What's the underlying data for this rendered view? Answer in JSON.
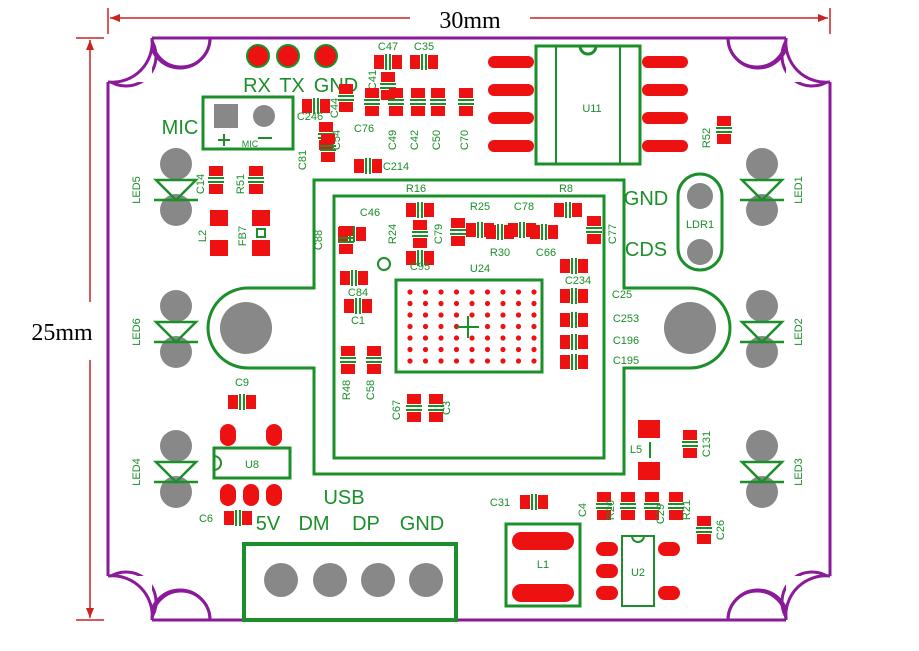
{
  "dimensions": {
    "width_label": "30mm",
    "height_label": "25mm"
  },
  "colors": {
    "outline": "#8a1a9a",
    "silk": "#1a8f2a",
    "pad": "#ee1111",
    "hole": "#888888",
    "dimension": "#cc2222"
  },
  "top_connectors": [
    "RX",
    "TX",
    "GND"
  ],
  "header_label": "USB",
  "header_pins": [
    "5V",
    "DM",
    "DP",
    "GND"
  ],
  "right_connector": [
    "GND",
    "CDS"
  ],
  "mic_label": "MIC",
  "mic_small": "MIC",
  "chips": {
    "u24": "U24",
    "u11": "U11",
    "u8": "U8",
    "u2": "U2",
    "ldr": "LDR1",
    "l1": "L1",
    "l2": "L2",
    "fb7": "FB7",
    "l5": "L5"
  },
  "leds": [
    "LED5",
    "LED6",
    "LED4",
    "LED1",
    "LED2",
    "LED3"
  ],
  "components": {
    "c47": "C47",
    "c35": "C35",
    "c41": "C41",
    "c44": "C44",
    "c246": "C246",
    "c54": "C54",
    "c76": "C76",
    "c49": "C49",
    "c42": "C42",
    "c50": "C50",
    "c70": "C70",
    "c81": "C81",
    "c214": "C214",
    "c14": "C14",
    "r51": "R51",
    "r52": "R52",
    "r16": "R16",
    "r8": "R8",
    "c46": "C46",
    "r24": "R24",
    "r25": "R25",
    "c78": "C78",
    "c79": "C79",
    "c77": "C77",
    "r30": "R30",
    "c66": "C66",
    "c88": "C88",
    "c95": "C95",
    "c84": "C84",
    "c1": "C1",
    "c234": "C234",
    "c25": "C25",
    "c253": "C253",
    "c196": "C196",
    "c195": "C195",
    "r48": "R48",
    "c58": "C58",
    "c67": "C67",
    "c3": "C3",
    "c9": "C9",
    "c6": "C6",
    "c31": "C31",
    "c4": "C4",
    "r20": "R20",
    "c29": "C29",
    "r21": "R21",
    "c26": "C26",
    "c131": "C131"
  }
}
